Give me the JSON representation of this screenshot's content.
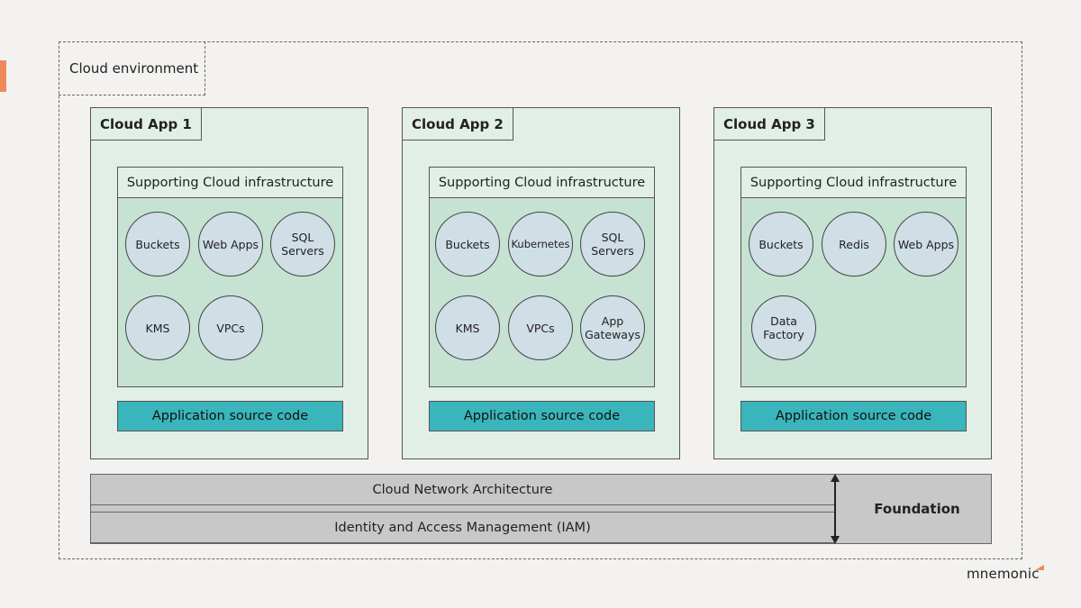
{
  "environment": {
    "label": "Cloud environment"
  },
  "apps": [
    {
      "title": "Cloud App 1",
      "infra_title": "Supporting Cloud infrastructure",
      "services": [
        "Buckets",
        "Web Apps",
        "SQL Servers",
        "KMS",
        "VPCs"
      ],
      "source_label": "Application source code"
    },
    {
      "title": "Cloud App 2",
      "infra_title": "Supporting Cloud infrastructure",
      "services": [
        "Buckets",
        "Kubernetes",
        "SQL Servers",
        "KMS",
        "VPCs",
        "App Gateways"
      ],
      "source_label": "Application source code"
    },
    {
      "title": "Cloud App 3",
      "infra_title": "Supporting Cloud infrastructure",
      "services": [
        "Buckets",
        "Redis",
        "Web Apps",
        "Data Factory"
      ],
      "source_label": "Application source code"
    }
  ],
  "foundation": {
    "label": "Foundation",
    "layers": [
      "Cloud Network Architecture",
      "Identity and Access Management (IAM)"
    ]
  },
  "brand": {
    "logo_text": "mnemonic",
    "accent_color": "#f0885a"
  },
  "colors": {
    "app_bg": "#e2efe6",
    "infra_bg": "#c6e2d2",
    "service_bg": "#d0dee5",
    "source_bg": "#3ab5bb",
    "foundation_bg": "#c8c8c8"
  }
}
